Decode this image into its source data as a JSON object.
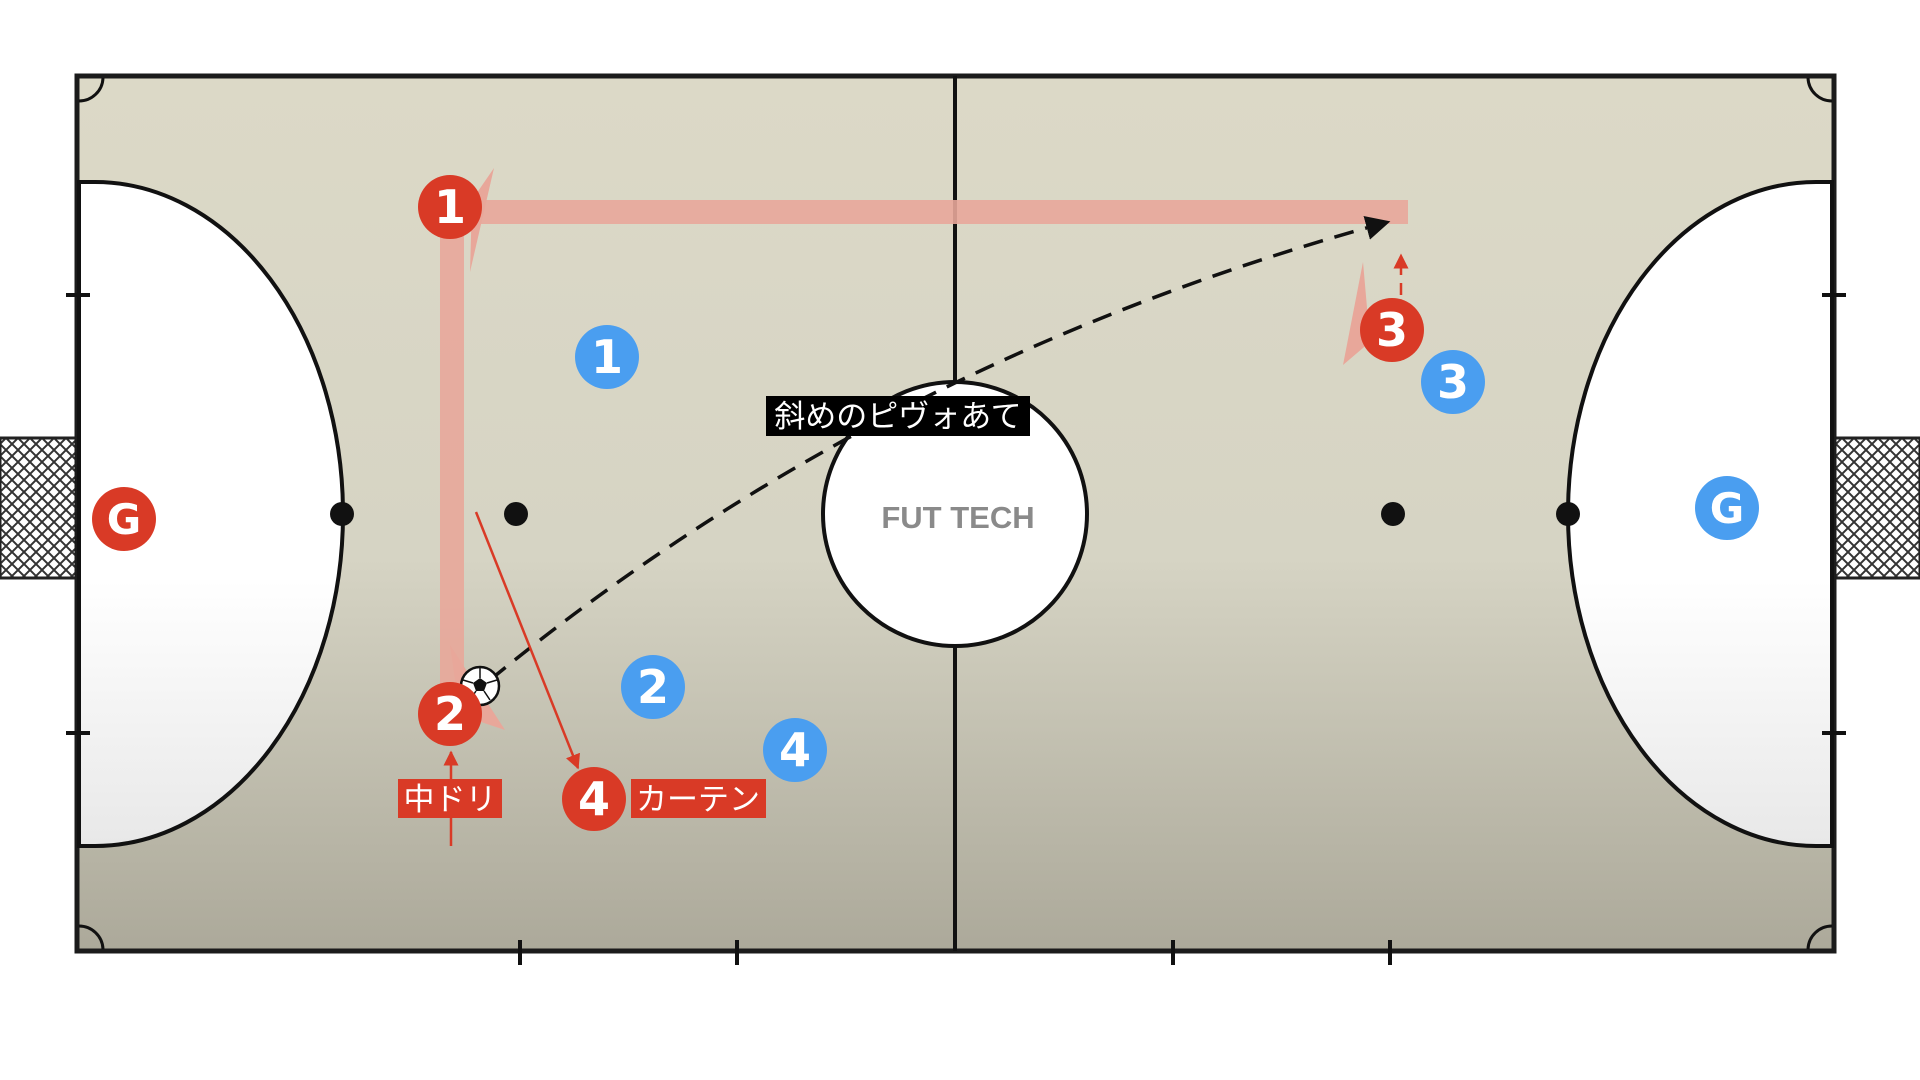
{
  "court": {
    "logo": "FUT TECH",
    "goal_label_left": "G",
    "goal_label_right": "G"
  },
  "players": {
    "red": [
      "1",
      "2",
      "3",
      "4"
    ],
    "blue": [
      "1",
      "2",
      "3",
      "4"
    ]
  },
  "labels": {
    "pass": "斜めのピヴォあて",
    "dribble": "中ドリ",
    "curtain": "カーテン"
  },
  "colors": {
    "red_team": "#d93a26",
    "blue_team": "#4a9ef0",
    "run_path": "#e8a79a",
    "court_floor": "#dcd9c7",
    "caption_bg": "#000000",
    "label_bg": "#d93a26"
  },
  "icons": {
    "ball": "soccer-ball-icon",
    "goal_net": "goal-net-icon"
  }
}
